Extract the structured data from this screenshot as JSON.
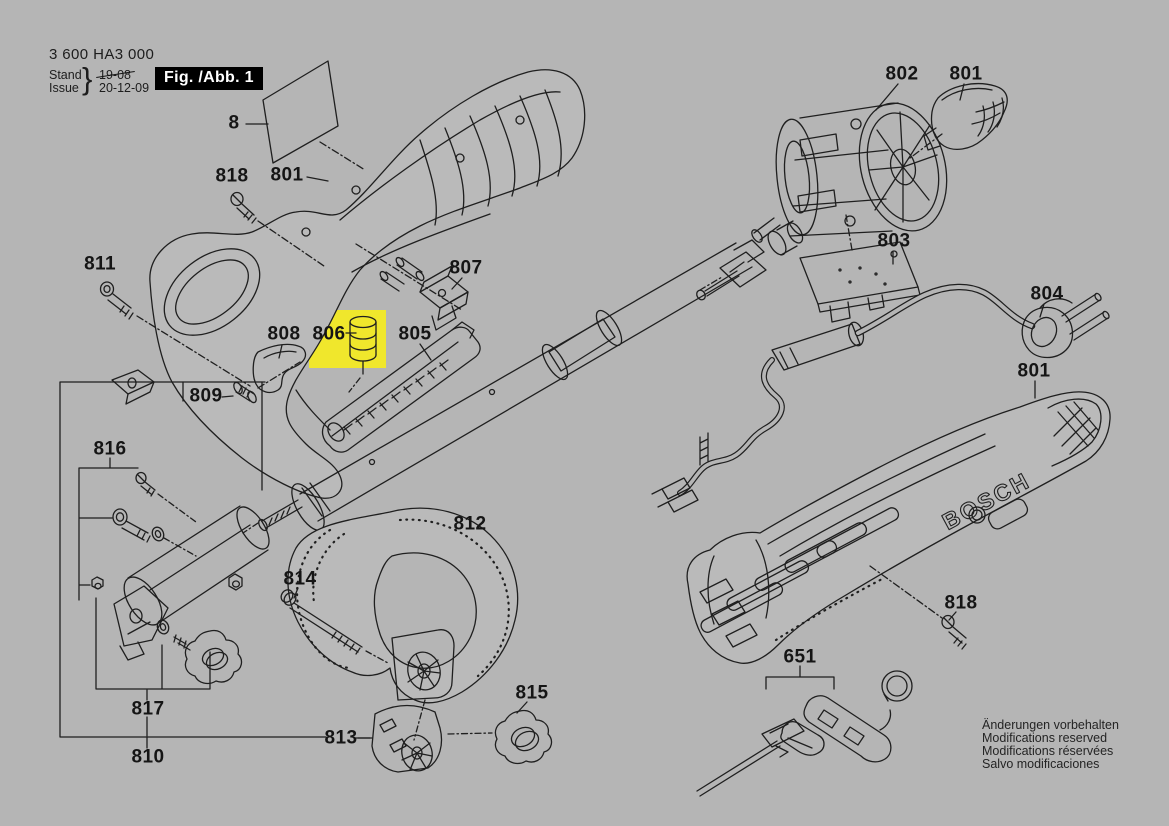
{
  "header": {
    "document_number": "3 600 HA3 000",
    "stand_label": "Stand",
    "issue_label": "Issue",
    "brace": "}",
    "superseded_date": "19-08",
    "issue_date": "20-12-09",
    "figure_badge": "Fig. /Abb. 1"
  },
  "diagram": {
    "brand_logo": "BOSCH",
    "highlighted_part": "806",
    "highlight_color": "#F0E72C",
    "background_color": "#B5B5B5",
    "line_color": "#1F1F1F"
  },
  "parts": {
    "p8": "8",
    "p818a": "818",
    "p801a": "801",
    "p811": "811",
    "p807": "807",
    "p808": "808",
    "p806": "806",
    "p805": "805",
    "p809": "809",
    "p816": "816",
    "p817": "817",
    "p810": "810",
    "p814": "814",
    "p812": "812",
    "p813": "813",
    "p815": "815",
    "p802": "802",
    "p801b": "801",
    "p803": "803",
    "p804": "804",
    "p801c": "801",
    "p818b": "818",
    "p651": "651"
  },
  "footer": {
    "line1": "Änderungen vorbehalten",
    "line2": "Modifications reserved",
    "line3": "Modifications réservées",
    "line4": "Salvo modificaciones"
  }
}
